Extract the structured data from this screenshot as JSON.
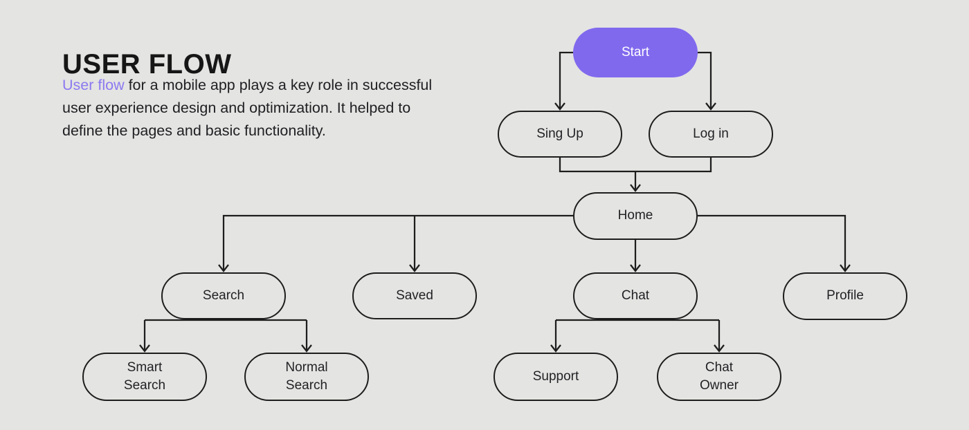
{
  "page": {
    "title": "USER FLOW",
    "description": {
      "highlight": "User flow",
      "rest": " for a mobile app plays a key role in successful\nuser experience design and optimization. It helped to\ndefine the pages and basic functionality."
    }
  },
  "colors": {
    "background": "#e4e4e2",
    "line": "#1d1d1d",
    "accent": "#8169ee",
    "accent_text": "#8b79f1",
    "node_text": "#222226",
    "start_text": "#ffffff",
    "title_text": "#161616",
    "body_text": "#202024"
  },
  "flow": {
    "nodes": [
      {
        "id": "start",
        "label": "Start",
        "type": "primary"
      },
      {
        "id": "sign-up",
        "label": "Sing Up",
        "type": "outline"
      },
      {
        "id": "log-in",
        "label": "Log in",
        "type": "outline"
      },
      {
        "id": "home",
        "label": "Home",
        "type": "outline"
      },
      {
        "id": "search",
        "label": "Search",
        "type": "outline"
      },
      {
        "id": "saved",
        "label": "Saved",
        "type": "outline"
      },
      {
        "id": "chat",
        "label": "Chat",
        "type": "outline"
      },
      {
        "id": "profile",
        "label": "Profile",
        "type": "outline"
      },
      {
        "id": "smart-search",
        "label": "Smart\nSearch",
        "type": "outline"
      },
      {
        "id": "normal-search",
        "label": "Normal\nSearch",
        "type": "outline"
      },
      {
        "id": "support",
        "label": "Support",
        "type": "outline"
      },
      {
        "id": "chat-owner",
        "label": "Chat\nOwner",
        "type": "outline"
      }
    ],
    "edges": [
      {
        "from": "Start",
        "to": "Sing Up"
      },
      {
        "from": "Start",
        "to": "Log in"
      },
      {
        "from": "Sing Up",
        "to": "Home"
      },
      {
        "from": "Log in",
        "to": "Home"
      },
      {
        "from": "Home",
        "to": "Search"
      },
      {
        "from": "Home",
        "to": "Saved"
      },
      {
        "from": "Home",
        "to": "Chat"
      },
      {
        "from": "Home",
        "to": "Profile"
      },
      {
        "from": "Search",
        "to": "Smart Search"
      },
      {
        "from": "Search",
        "to": "Normal Search"
      },
      {
        "from": "Chat",
        "to": "Support"
      },
      {
        "from": "Chat",
        "to": "Chat Owner"
      }
    ]
  }
}
